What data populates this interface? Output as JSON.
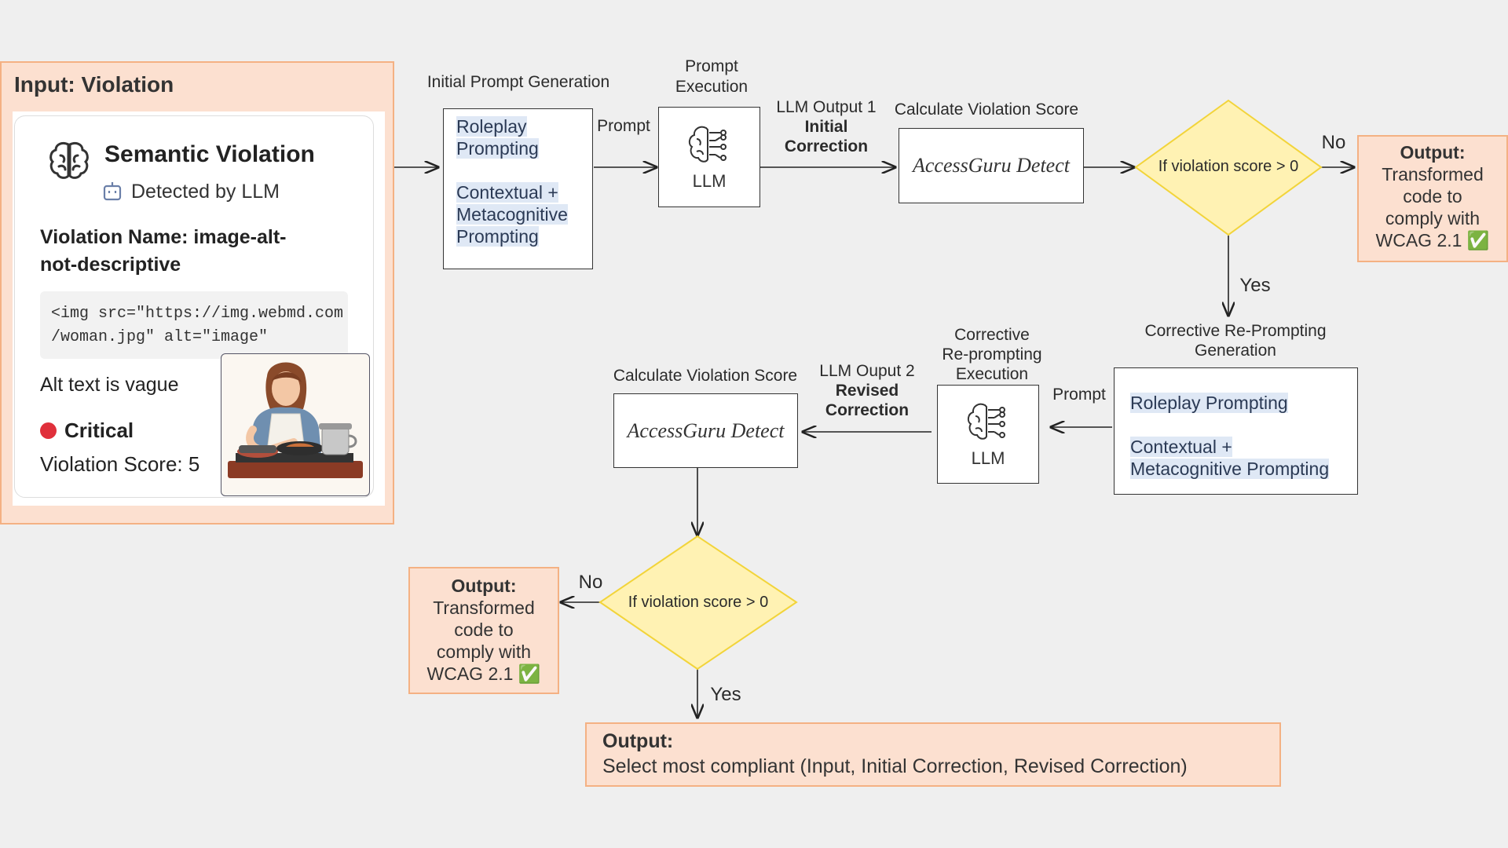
{
  "input_panel": {
    "title": "Input: Violation",
    "card": {
      "heading": "Semantic Violation",
      "detected_by": "Detected by LLM",
      "violation_name_line1": "Violation Name: image-alt-",
      "violation_name_line2": "not-descriptive",
      "code_line1": "<img src=\"https://img.webmd.com",
      "code_line2": "/woman.jpg\" alt=\"image\"",
      "alt_note": "Alt text is vague",
      "severity": "Critical",
      "score_label": "Violation Score: 5",
      "severity_color": "#e0303b"
    }
  },
  "stage1": {
    "title": "Initial Prompt Generation",
    "items": [
      "Roleplay",
      "Prompting",
      "Contextual +",
      "Metacognitive",
      "Prompting"
    ]
  },
  "arrow_prompt_1": "Prompt",
  "prompt_execution": {
    "line1": "Prompt",
    "line2": "Execution",
    "llm": "LLM"
  },
  "llm_output_1": {
    "line1": "LLM Output 1",
    "line2": "Initial",
    "line3": "Correction"
  },
  "calc_score_1": {
    "title": "Calculate Violation Score",
    "detect": "AccessGuru Detect"
  },
  "decision_1": {
    "text": "If violation score > 0",
    "no": "No",
    "yes": "Yes"
  },
  "output_1": {
    "heading": "Output:",
    "line1": "Transformed",
    "line2": "code to",
    "line3": "comply with",
    "line4": "WCAG 2.1 ✅"
  },
  "stage2": {
    "title_line1": "Corrective Re-Prompting",
    "title_line2": "Generation",
    "item1": "Roleplay Prompting",
    "item2_line1": "Contextual +",
    "item2_line2": "Metacognitive Prompting"
  },
  "arrow_prompt_2": "Prompt",
  "reprompt_execution": {
    "line1": "Corrective",
    "line2": "Re-prompting",
    "line3": "Execution",
    "llm": "LLM"
  },
  "llm_output_2": {
    "line1": "LLM Ouput 2",
    "line2": "Revised",
    "line3": "Correction"
  },
  "calc_score_2": {
    "title": "Calculate Violation Score",
    "detect": "AccessGuru Detect"
  },
  "decision_2": {
    "text": "If violation score > 0",
    "no": "No",
    "yes": "Yes"
  },
  "output_2": {
    "heading": "Output:",
    "line1": "Transformed",
    "line2": "code to",
    "line3": "comply with",
    "line4": "WCAG 2.1 ✅"
  },
  "final_output": {
    "heading": "Output:",
    "text": "Select most compliant (Input, Initial Correction, Revised Correction)"
  },
  "colors": {
    "peach_fill": "#fce0d0",
    "peach_border": "#f4b183",
    "diamond_fill": "#fff2b3",
    "diamond_border": "#f2d43a",
    "highlight": "#dfe8f5"
  }
}
